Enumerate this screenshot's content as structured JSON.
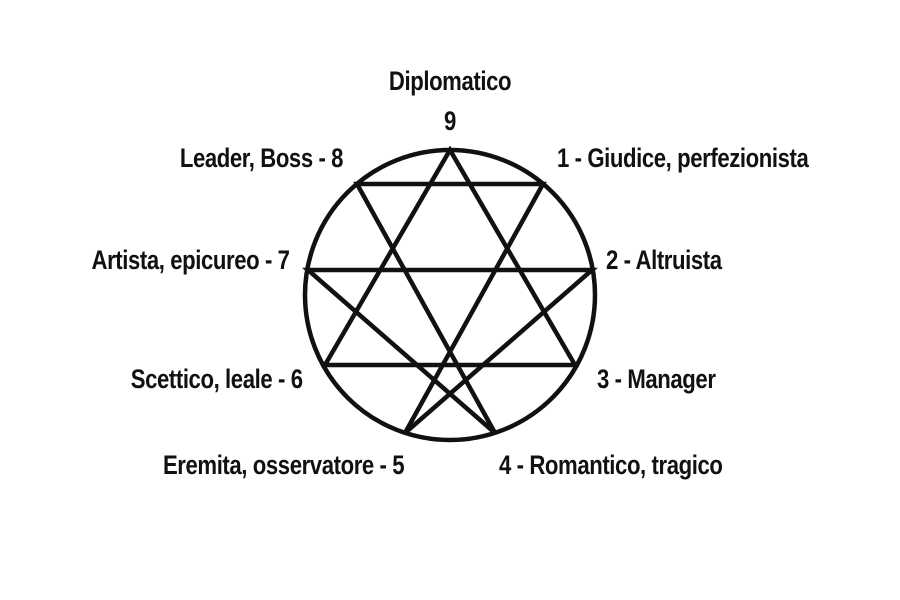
{
  "diagram": {
    "points": [
      {
        "num": "9",
        "title": "Diplomatico"
      },
      {
        "text": "1 - Giudice, perfezionista"
      },
      {
        "text": "2 - Altruista"
      },
      {
        "text": "3 - Manager"
      },
      {
        "text": "4 - Romantico, tragico"
      },
      {
        "text": "Eremita, osservatore - 5"
      },
      {
        "text": "Scettico, leale - 6"
      },
      {
        "text": "Artista, epicureo - 7"
      },
      {
        "text": "Leader, Boss - 8"
      }
    ],
    "colors": {
      "line": "#111111",
      "background": "#ffffff",
      "text": "#111111"
    }
  }
}
